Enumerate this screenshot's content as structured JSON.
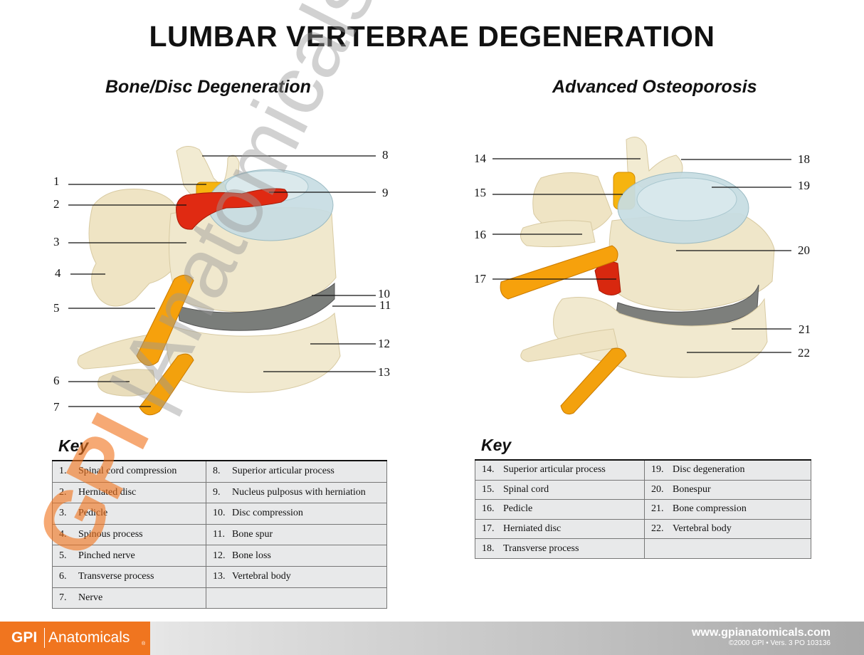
{
  "title": "LUMBAR VERTEBRAE DEGENERATION",
  "left_panel": {
    "subtitle": "Bone/Disc Degeneration",
    "labels": [
      "1",
      "2",
      "3",
      "4",
      "5",
      "6",
      "7",
      "8",
      "9",
      "10",
      "11",
      "12",
      "13"
    ],
    "key_title": "Key",
    "key_rows": [
      [
        {
          "n": "1.",
          "t": "Spinal cord compression"
        },
        {
          "n": "8.",
          "t": "Superior articular process"
        }
      ],
      [
        {
          "n": "2.",
          "t": "Herniated disc"
        },
        {
          "n": "9.",
          "t": "Nucleus pulposus with herniation"
        }
      ],
      [
        {
          "n": "3.",
          "t": "Pedicle"
        },
        {
          "n": "10.",
          "t": "Disc compression"
        }
      ],
      [
        {
          "n": "4.",
          "t": "Spinous process"
        },
        {
          "n": "11.",
          "t": "Bone spur"
        }
      ],
      [
        {
          "n": "5.",
          "t": "Pinched nerve"
        },
        {
          "n": "12.",
          "t": "Bone loss"
        }
      ],
      [
        {
          "n": "6.",
          "t": "Transverse process"
        },
        {
          "n": "13.",
          "t": "Vertebral body"
        }
      ],
      [
        {
          "n": "7.",
          "t": "Nerve"
        },
        {
          "n": "",
          "t": ""
        }
      ]
    ]
  },
  "right_panel": {
    "subtitle": "Advanced Osteoporosis",
    "labels": [
      "14",
      "15",
      "16",
      "17",
      "18",
      "19",
      "20",
      "21",
      "22"
    ],
    "key_title": "Key",
    "key_rows": [
      [
        {
          "n": "14.",
          "t": "Superior articular process"
        },
        {
          "n": "19.",
          "t": "Disc degeneration"
        }
      ],
      [
        {
          "n": "15.",
          "t": "Spinal cord"
        },
        {
          "n": "20.",
          "t": "Bonespur"
        }
      ],
      [
        {
          "n": "16.",
          "t": "Pedicle"
        },
        {
          "n": "21.",
          "t": "Bone compression"
        }
      ],
      [
        {
          "n": "17.",
          "t": "Herniated disc"
        },
        {
          "n": "22.",
          "t": "Vertebral body"
        }
      ],
      [
        {
          "n": "18.",
          "t": "Transverse process"
        },
        {
          "n": "",
          "t": ""
        }
      ]
    ]
  },
  "watermark": "GPI|Anatomicals®",
  "footer": {
    "logo_gpi": "GPI",
    "logo_text": "Anatomicals",
    "logo_reg": "®",
    "url": "www.gpianatomicals.com",
    "copyright": "©2000 GPI • Vers. 3 PO 103136"
  },
  "colors": {
    "bone": "#efe6c9",
    "disc": "#c4dde4",
    "herniation": "#e02a12",
    "nerve": "#f5a20c",
    "logo_orange": "#f0751f",
    "footer_gray": "#a9a9a9"
  }
}
